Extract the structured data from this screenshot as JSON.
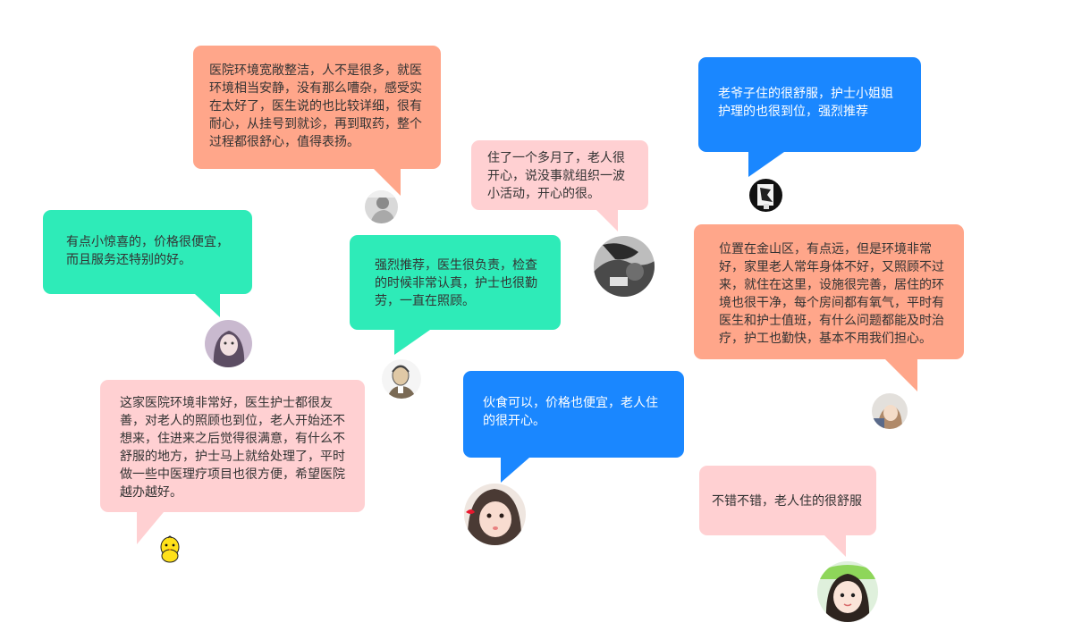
{
  "colors": {
    "salmon": "#ffa68a",
    "pink": "#ffd0d2",
    "green": "#2eebb8",
    "blue": "#1a87ff",
    "dark_text": "#333333",
    "light_text": "#ffffff"
  },
  "reviews": [
    {
      "text": "医院环境宽敞整洁，人不是很多，就医环境相当安静，没有那么嘈杂，感受实在太好了，医生说的也比较详细，很有耐心，从挂号到就诊，再到取药，整个过程都很舒心，值得表扬。",
      "color": "salmon",
      "avatar": "grey-portrait"
    },
    {
      "text": "住了一个多月了，老人很开心，说没事就组织一波小活动，开心的很。",
      "color": "pink",
      "avatar": "dark-photo"
    },
    {
      "text": "老爷子住的很舒服，护士小姐姐护理的也很到位，强烈推荐",
      "color": "blue",
      "avatar": "ink-sketch"
    },
    {
      "text": "有点小惊喜的，价格很便宜，而且服务还特别的好。",
      "color": "green",
      "avatar": "girl-lilac"
    },
    {
      "text": "强烈推荐，医生很负责，检查的时候非常认真，护士也很勤劳，一直在照顾。",
      "color": "green",
      "avatar": "old-man-sketch"
    },
    {
      "text": "位置在金山区，有点远，但是环境非常好，家里老人常年身体不好，又照顾不过来，就住在这里，设施很完善，居住的环境也很干净，每个房间都有氧气，平时有医生和护士值班，有什么问题都能及时治疗，护工也勤快，基本不用我们担心。",
      "color": "salmon",
      "avatar": "child-toy"
    },
    {
      "text": "这家医院环境非常好，医生护士都很友善，对老人的照顾也到位，老人开始还不想来，住进来之后觉得很满意，有什么不舒服的地方，护士马上就给处理了，平时做一些中医理疗项目也很方便，希望医院越办越好。",
      "color": "pink",
      "avatar": "yellow-chick"
    },
    {
      "text": "伙食可以，价格也便宜，老人住的很开心。",
      "color": "blue",
      "avatar": "baby-face"
    },
    {
      "text": "不错不错，老人住的很舒服",
      "color": "pink",
      "avatar": "little-girl"
    }
  ]
}
